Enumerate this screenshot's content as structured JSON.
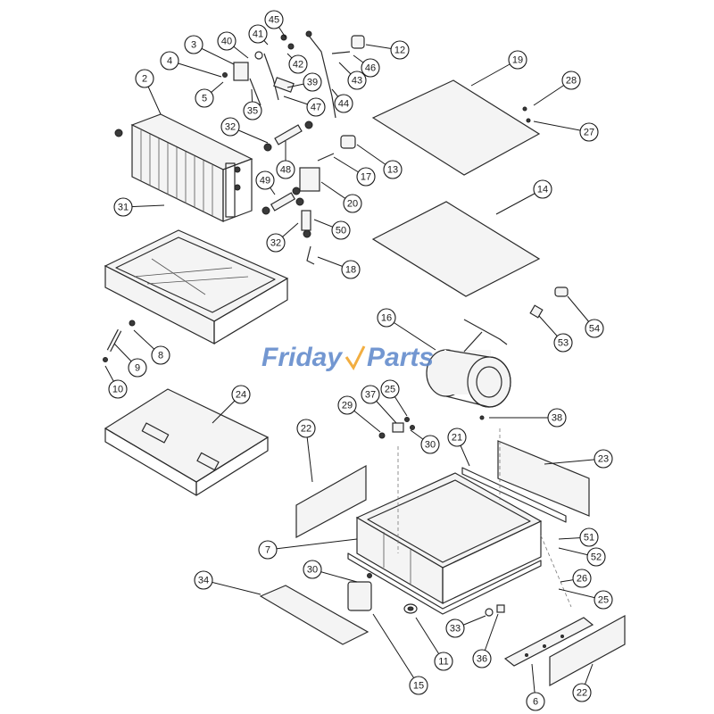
{
  "watermark": {
    "text_left": "Friday",
    "text_right": "Parts",
    "color_left": "#5b86c9",
    "color_right": "#5b86c9",
    "accent": "#f0a020"
  },
  "callouts": [
    "45",
    "41",
    "3",
    "40",
    "4",
    "42",
    "5",
    "39",
    "35",
    "47",
    "44",
    "46",
    "12",
    "43",
    "2",
    "32",
    "48",
    "17",
    "13",
    "49",
    "20",
    "31",
    "50",
    "32",
    "18",
    "19",
    "28",
    "27",
    "14",
    "16",
    "53",
    "54",
    "8",
    "9",
    "10",
    "24",
    "37",
    "25",
    "29",
    "30",
    "38",
    "22",
    "21",
    "23",
    "7",
    "51",
    "52",
    "30",
    "34",
    "26",
    "25",
    "33",
    "36",
    "11",
    "15",
    "6",
    "22"
  ]
}
